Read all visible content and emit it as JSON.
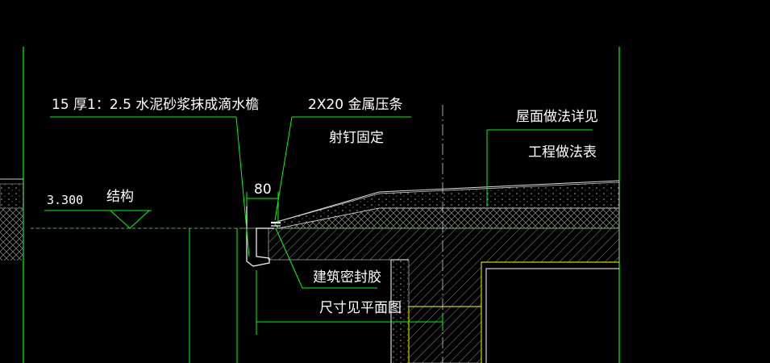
{
  "drawing": {
    "background": "#000000",
    "colors": {
      "leader": "#00ff00",
      "outline": "#ffffff",
      "hatch": "#9a9a9a",
      "insulation": "#cfcf00",
      "text": "#ffffff"
    }
  },
  "labels": {
    "drip_eave": "15 厚1：2.5 水泥砂浆抹成滴水檐",
    "metal_strip": "2X20  金属压条",
    "nail_fix": "射钉固定",
    "roof_ref_1": "屋面做法详见",
    "roof_ref_2": "工程做法表",
    "dim_80": "80",
    "elevation": "3.300",
    "structure": "结构",
    "sealant": "建筑密封胶",
    "size_ref": "尺寸见平面图"
  }
}
